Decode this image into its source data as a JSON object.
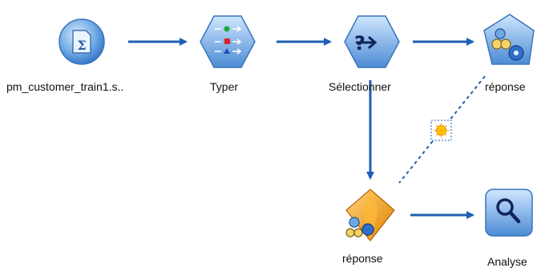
{
  "stream": {
    "nodes": [
      {
        "id": "source",
        "label": "pm_customer_train1.s..",
        "icon": "statistics-file-icon"
      },
      {
        "id": "type",
        "label": "Typer",
        "icon": "type-node-icon"
      },
      {
        "id": "select",
        "label": "Sélectionner",
        "icon": "select-node-icon"
      },
      {
        "id": "modeler",
        "label": "réponse",
        "icon": "model-builder-icon"
      },
      {
        "id": "nugget",
        "label": "réponse",
        "icon": "model-nugget-icon"
      },
      {
        "id": "analysis",
        "label": "Analyse",
        "icon": "analysis-node-icon"
      }
    ],
    "links": [
      {
        "from": "source",
        "to": "type",
        "style": "solid"
      },
      {
        "from": "type",
        "to": "select",
        "style": "solid"
      },
      {
        "from": "select",
        "to": "modeler",
        "style": "solid"
      },
      {
        "from": "select",
        "to": "nugget",
        "style": "solid"
      },
      {
        "from": "nugget",
        "to": "analysis",
        "style": "solid"
      },
      {
        "from": "modeler",
        "to": "nugget",
        "style": "dashed",
        "marker": "model-refresh-icon"
      }
    ],
    "colors": {
      "link": "#1f5fb5",
      "nodeBlue": "#4a86c8",
      "nugget": "#f0a020",
      "accent": "#2f6fc8"
    }
  }
}
